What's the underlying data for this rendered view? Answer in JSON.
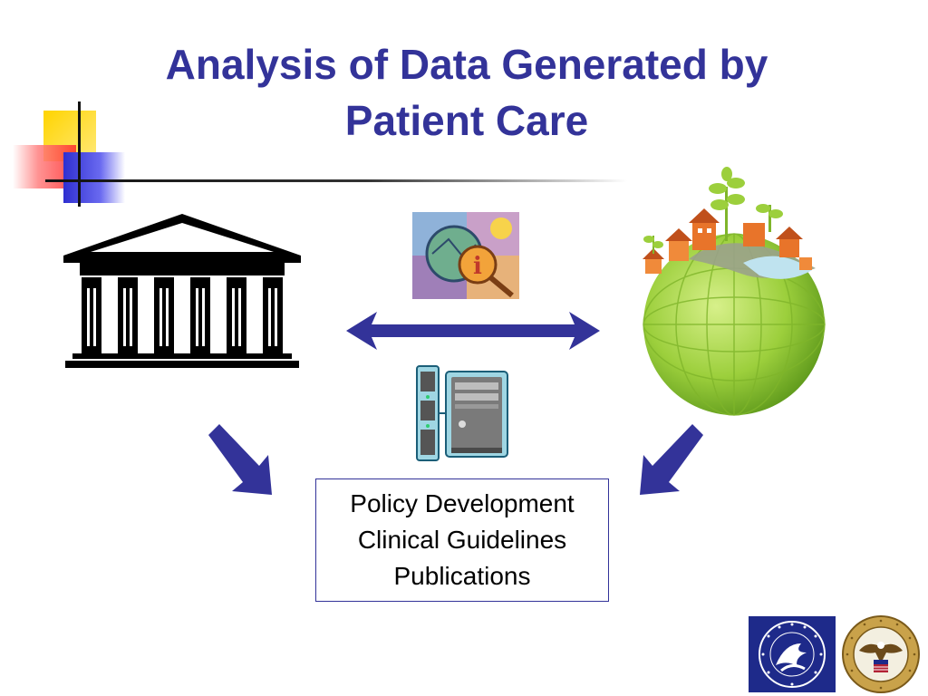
{
  "slide": {
    "title_line1": "Analysis of Data Generated by",
    "title_line2": "Patient Care"
  },
  "outputs": {
    "lines": [
      "Policy Development",
      "Clinical Guidelines",
      "Publications"
    ]
  },
  "icons": {
    "left": "institution-building-icon",
    "right": "green-globe-community-icon",
    "top_center": "information-analysis-icon",
    "bottom_center": "computer-server-icon",
    "seal_left": "hhs-seal-logo",
    "seal_right": "va-seal-logo"
  },
  "colors": {
    "title": "#333399",
    "arrows": "#333399",
    "globe": "#8cc63f"
  }
}
